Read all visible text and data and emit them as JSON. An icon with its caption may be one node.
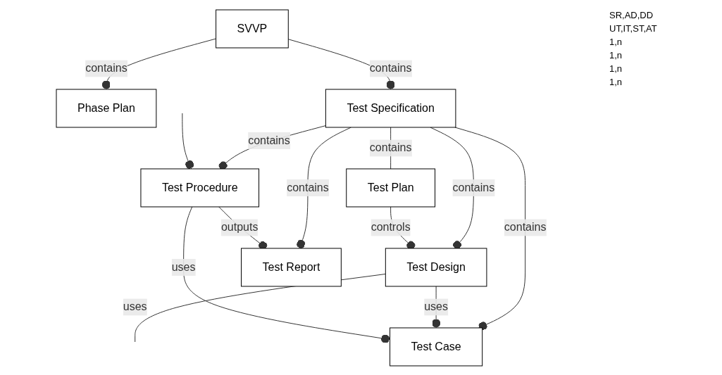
{
  "diagram": {
    "nodes": [
      {
        "text": [
          "SVVP"
        ]
      },
      {
        "text": [
          "Phase Plan"
        ]
      },
      {
        "text": [
          "Test Specification"
        ]
      },
      {
        "text": [
          "Test Plan"
        ]
      },
      {
        "text": [
          "Test Design"
        ]
      },
      {
        "text": [
          "Test Case"
        ]
      },
      {
        "text": [
          "Test Procedure"
        ]
      },
      {
        "text": [
          "Test Report"
        ]
      }
    ],
    "edges": [
      {
        "from": 0,
        "to": 1,
        "arrow": "other",
        "label": "contains"
      },
      {
        "from": 0,
        "to": 2,
        "arrow": "other",
        "label": "contains"
      },
      {
        "from": 2,
        "to": 3,
        "arrow": "none",
        "label": "contains"
      },
      {
        "from": 2,
        "to": 4,
        "arrow": "other",
        "label": "contains"
      },
      {
        "from": 2,
        "to": 5,
        "arrow": "other",
        "label": "contains"
      },
      {
        "from": 2,
        "to": 6,
        "arrow": "other",
        "label": "contains"
      },
      {
        "from": 2,
        "to": 7,
        "arrow": "other",
        "label": "contains"
      },
      {
        "from": 3,
        "to": 4,
        "arrow": "other",
        "label": "controls"
      },
      {
        "from": 4,
        "to": 5,
        "arrow": "other",
        "label": "uses"
      },
      {
        "from": 6,
        "to": 5,
        "arrow": "other",
        "label": "uses"
      },
      {
        "from": 6,
        "to": 7,
        "arrow": "other",
        "label": "outputs"
      },
      {
        "from": 4,
        "to": null,
        "arrow": "none",
        "label": "uses"
      },
      {
        "from": null,
        "to": 6,
        "arrow": "other"
      }
    ],
    "labels": [
      "SR,AD,DD",
      "UT,IT,ST,AT",
      "1,n",
      "1,n",
      "1,n",
      "1,n"
    ]
  }
}
